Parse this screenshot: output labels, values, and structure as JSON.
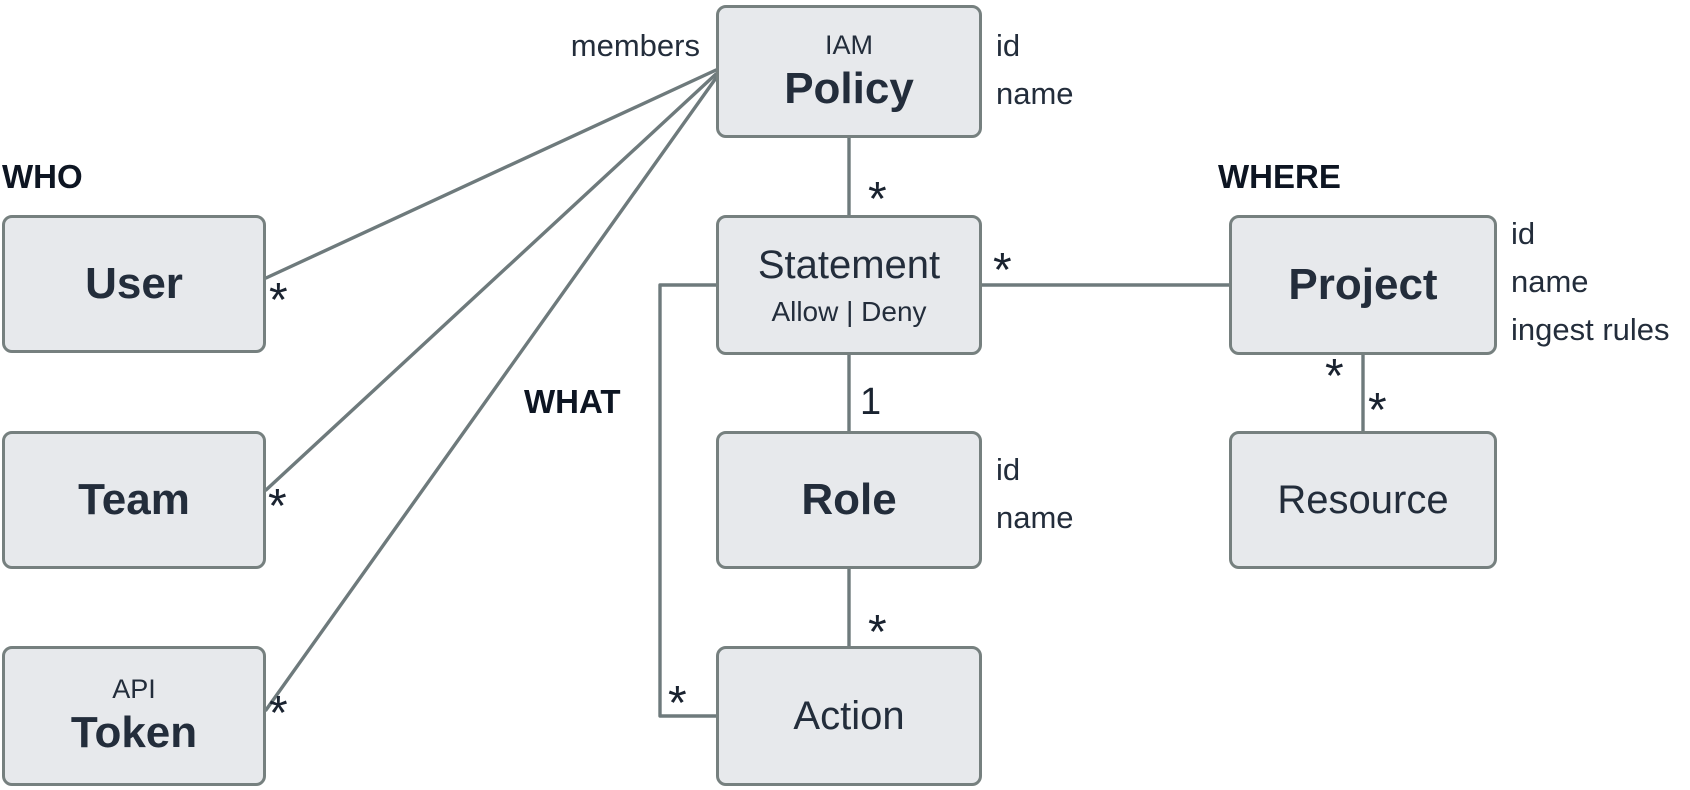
{
  "diagram": {
    "section_labels": {
      "who": "WHO",
      "where": "WHERE",
      "what": "WHAT"
    },
    "edge_labels": {
      "members": "members"
    },
    "entities": {
      "policy": {
        "kicker": "IAM",
        "name": "Policy",
        "attributes": [
          "id",
          "name"
        ]
      },
      "user": {
        "name": "User"
      },
      "team": {
        "name": "Team"
      },
      "token": {
        "kicker": "API",
        "name": "Token"
      },
      "statement": {
        "name": "Statement",
        "subtitle": "Allow | Deny"
      },
      "role": {
        "name": "Role",
        "attributes": [
          "id",
          "name"
        ]
      },
      "action": {
        "name": "Action"
      },
      "project": {
        "name": "Project",
        "attributes": [
          "id",
          "name",
          "ingest rules"
        ]
      },
      "resource": {
        "name": "Resource"
      }
    },
    "multiplicities": {
      "policy_user": "*",
      "policy_team": "*",
      "policy_token": "*",
      "policy_statement": "*",
      "statement_project": "*",
      "statement_role": "1",
      "role_action": "*",
      "statement_action": "*",
      "project_resource_upper": "*",
      "project_resource_lower": "*"
    },
    "colors": {
      "background": "#ffffff",
      "box_fill": "#e7e9ec",
      "box_border": "#76807f",
      "line": "#6e7a7c",
      "text": "#232d3b"
    }
  }
}
